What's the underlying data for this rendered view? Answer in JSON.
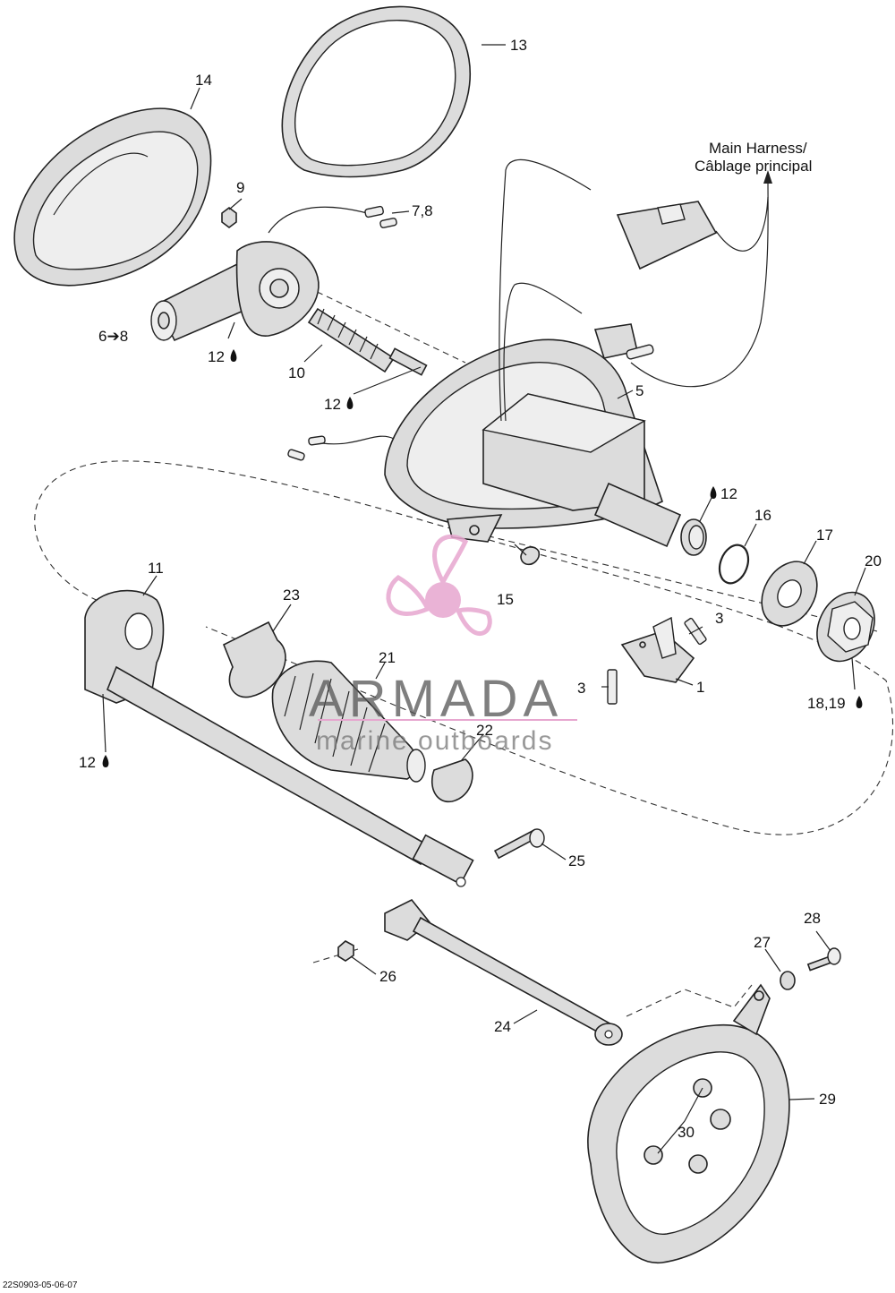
{
  "labels": {
    "l1": "1",
    "l3a": "3",
    "l3b": "3",
    "l5": "5",
    "l68": "6➔8",
    "l78": "7,8",
    "l9": "9",
    "l10": "10",
    "l11": "11",
    "l12a": "12",
    "l12b": "12",
    "l12c": "12",
    "l12d": "12",
    "l13": "13",
    "l14": "14",
    "l15": "15",
    "l16": "16",
    "l17": "17",
    "l1819": "18,19",
    "l20": "20",
    "l21": "21",
    "l22": "22",
    "l23": "23",
    "l24": "24",
    "l25": "25",
    "l26": "26",
    "l27": "27",
    "l28": "28",
    "l29": "29",
    "l30": "30"
  },
  "harness": {
    "line1": "Main Harness/",
    "line2": "Câblage principal"
  },
  "watermark": {
    "brand": "ARMADA",
    "tagline": "marine outboards",
    "color": "#e7a6cf"
  },
  "footer": {
    "code": "22S0903-05-06-07"
  }
}
